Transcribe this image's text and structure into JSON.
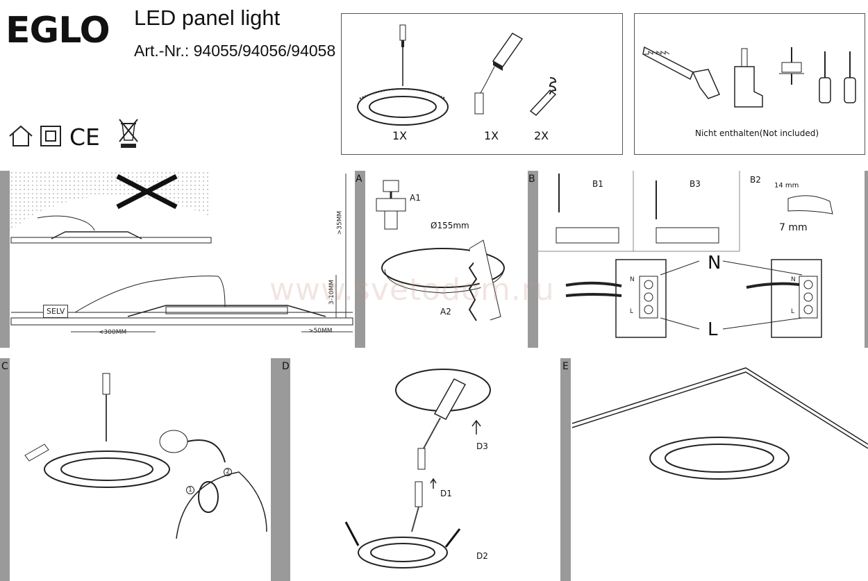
{
  "header": {
    "brand": "EGLO",
    "product_title": "LED panel light",
    "article_number": "Art.-Nr.: 94055/94056/94058",
    "symbols": [
      "house-icon",
      "double-insulation-icon",
      "ce-mark-icon",
      "weee-bin-icon"
    ],
    "ce_mark": "CE"
  },
  "contents": {
    "items": [
      {
        "icon": "led-panel-icon",
        "qty": "1X"
      },
      {
        "icon": "driver-icon",
        "qty": "1X"
      },
      {
        "icon": "spring-clip-icon",
        "qty": "2X"
      }
    ]
  },
  "tools": {
    "icons": [
      "saw-icon",
      "drill-icon",
      "hole-saw-icon",
      "flat-screwdriver-icon",
      "cross-screwdriver-icon"
    ],
    "note": "Nicht enthalten(Not included)"
  },
  "installation": {
    "selv": "SELV",
    "dim_depth": ">35MM",
    "dim_ceiling": "3-10MM",
    "dim_cable": "<300MM",
    "dim_clearance": ">50MM"
  },
  "panel_a": {
    "letter": "A",
    "step_a1": "A1",
    "step_a2": "A2",
    "diameter": "Ø155mm"
  },
  "panel_b": {
    "letter": "B",
    "step_b1": "B1",
    "step_b3": "B3",
    "step_b2": "B2",
    "strip_outer": "14 mm",
    "strip_inner": "7 mm",
    "neutral": "N",
    "live": "L",
    "terminal_n": "N",
    "terminal_l": "L"
  },
  "panel_c": {
    "letter": "C",
    "step_1": "1",
    "step_2": "2"
  },
  "panel_d": {
    "letter": "D",
    "step_d1": "D1",
    "step_d2": "D2",
    "step_d3": "D3"
  },
  "panel_e": {
    "letter": "E"
  },
  "watermark": "www.svetodom.ru"
}
